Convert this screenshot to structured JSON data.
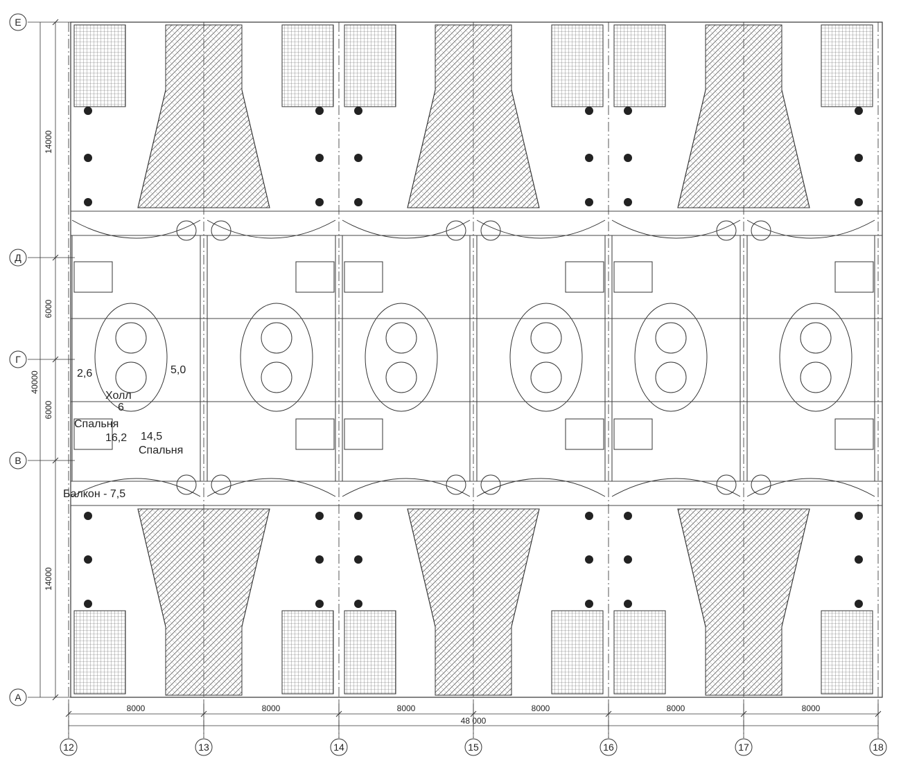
{
  "axes": {
    "columns": [
      "12",
      "13",
      "14",
      "15",
      "16",
      "17",
      "18"
    ],
    "rows": [
      "Е",
      "Д",
      "Г",
      "В",
      "А"
    ]
  },
  "dimensions": {
    "span_label": "8000",
    "total_width": "48 000",
    "total_height": "40000",
    "band_outer": "14000",
    "band_inner": "6000"
  },
  "rooms": {
    "area_left_small": "2,6",
    "hall_area": "5,0",
    "hall_name": "Холл",
    "hall_num": "6",
    "bedroom_left_name": "Спальня",
    "bedroom_left_area": "16,2",
    "bedroom_right_area": "14,5",
    "bedroom_right_name": "Спальня",
    "balcony": "Балкон - 7,5"
  }
}
